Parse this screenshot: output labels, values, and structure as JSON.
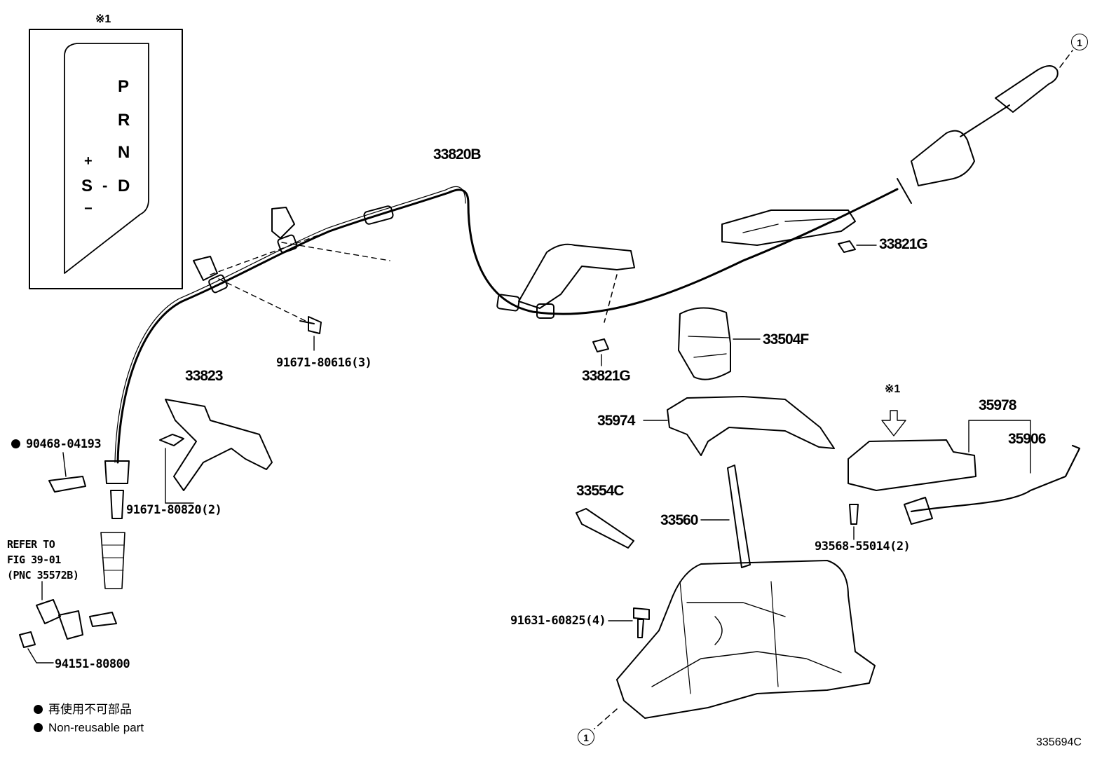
{
  "inset": {
    "note_mark": "※1",
    "gears": {
      "P": "P",
      "R": "R",
      "N": "N",
      "D": "D",
      "S": "S",
      "plus": "+",
      "minus": "−",
      "dash": "-"
    }
  },
  "labels": {
    "p33820B": "33820B",
    "p33821G_top": "33821G",
    "p33821G_mid": "33821G",
    "p33504F": "33504F",
    "p91671_80616": "91671-80616(3)",
    "p33823": "33823",
    "p35974": "35974",
    "p35978": "35978",
    "p35906": "35906",
    "note_mark_35978": "※1",
    "p90468_04193": "90468-04193",
    "p91671_80820": "91671-80820(2)",
    "p33554C": "33554C",
    "p33560": "33560",
    "p93568_55014": "93568-55014(2)",
    "p91631_60825": "91631-60825(4)",
    "p94151_80800": "94151-80800",
    "refer_line1": "REFER TO",
    "refer_line2": "FIG 39-01",
    "refer_line3": "(PNC 35572B)",
    "circle_1_top": "1",
    "circle_1_bottom": "1",
    "figure_id": "335694C"
  },
  "legend": {
    "line1": "再使用不可部品",
    "line2": "Non-reusable part"
  }
}
